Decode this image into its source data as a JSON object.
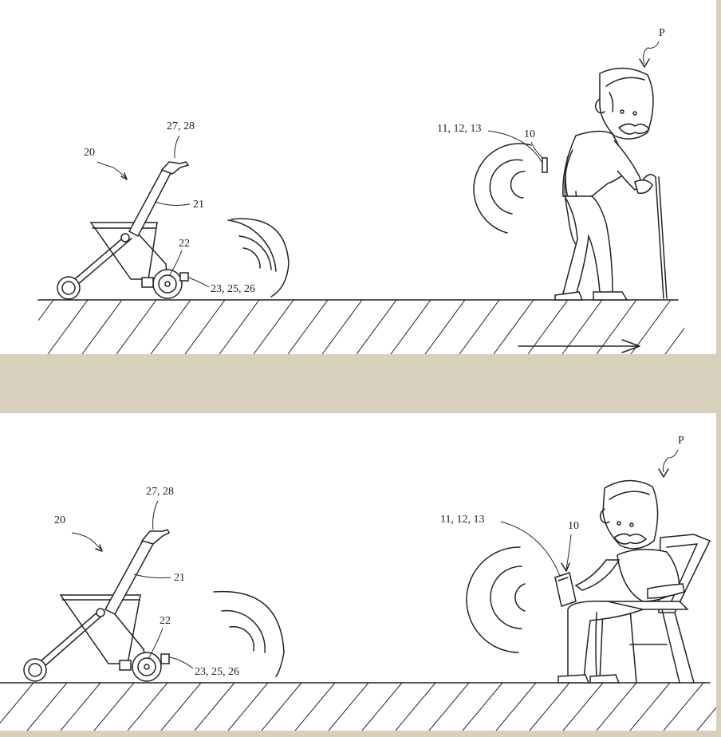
{
  "colors": {
    "background": "#d8cfbd",
    "panel": "#ffffff",
    "ink": "#222222"
  },
  "figures": [
    {
      "labels": {
        "walker": "20",
        "handle": "27, 28",
        "frame": "21",
        "wheel": "22",
        "drive": "23, 25, 26",
        "person": "P",
        "device_parts": "11, 12, 13",
        "device": "10"
      }
    },
    {
      "labels": {
        "walker": "20",
        "handle": "27, 28",
        "frame": "21",
        "wheel": "22",
        "drive": "23, 25, 26",
        "person": "P",
        "device_parts": "11, 12, 13",
        "device": "10"
      }
    }
  ]
}
